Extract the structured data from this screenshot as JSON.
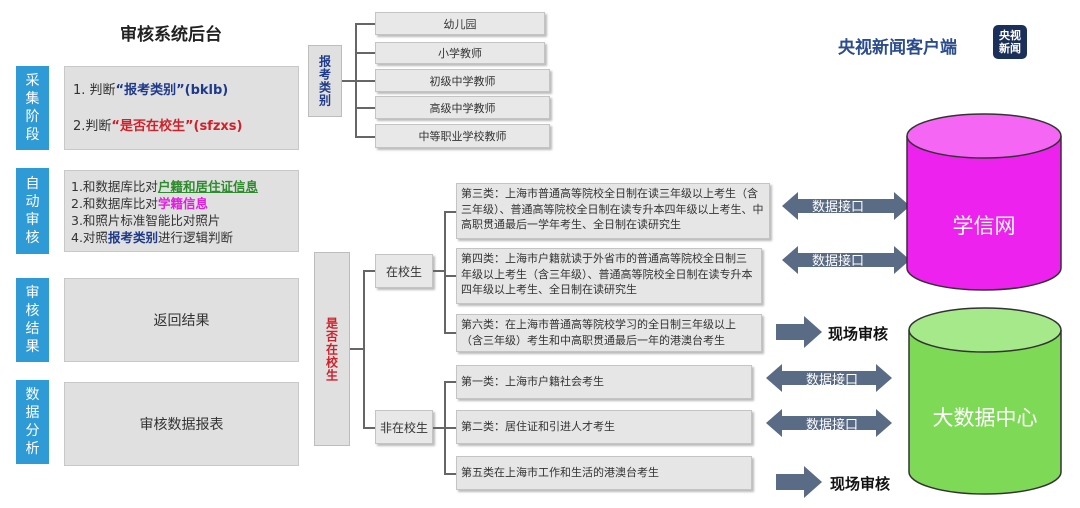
{
  "header": {
    "title": "审核系统后台",
    "brand": "央视新闻客户端",
    "logo_line1": "央视",
    "logo_line2": "新闻"
  },
  "phases": [
    {
      "label": "采集阶段"
    },
    {
      "label": "自动审核"
    },
    {
      "label": "审核结果"
    },
    {
      "label": "数据分析"
    }
  ],
  "collect": {
    "line1_prefix": "1. 判断",
    "line1_emph": "“报考类别”",
    "line1_code": "(bklb)",
    "line2_prefix": "2.判断",
    "line2_emph": "“是否在校生”",
    "line2_code": "(sfzxs)"
  },
  "auto": {
    "l1_prefix": "1.和数据库比对",
    "l1_emph": "户籍和居住证信息",
    "l2_prefix": "2.和数据库比对",
    "l2_emph": "学籍信息",
    "l3": "3.和照片标准智能比对照片",
    "l4_prefix": "4.对照",
    "l4_emph": "报考类别",
    "l4_suffix": "进行逻辑判断"
  },
  "result_box": "返回结果",
  "report_box": "审核数据报表",
  "exam_type": {
    "label": "报考类别",
    "items": [
      "幼儿园",
      "小学教师",
      "初级中学教师",
      "高级中学教师",
      "中等职业学校教师"
    ]
  },
  "student": {
    "label": "是否在校生",
    "in_school": "在校生",
    "not_in_school": "非在校生"
  },
  "categories": {
    "c3": "第三类：上海市普通高等院校全日制在读三年级以上考生（含三年级）、普通高等院校全日制在读专升本四年级以上考生、中高职贯通最后一学年考生、全日制在读研究生",
    "c4": "第四类：上海市户籍就读于外省市的普通高等院校全日制三年级以上考生（含三年级）、普通高等院校全日制在读专升本四年级以上考生、全日制在读研究生",
    "c6": "第六类：在上海市普通高等院校学习的全日制三年级以上（含三年级）考生和中高职贯通最后一年的港澳台考生",
    "c1": "第一类：上海市户籍社会考生",
    "c2": "第二类：居住证和引进人才考生",
    "c5": "第五类在上海市工作和生活的港澳台考生"
  },
  "connectors": {
    "api": "数据接口",
    "onsite": "现场审核"
  },
  "databases": {
    "xuexin": "学信网",
    "bigdata": "大数据中心"
  },
  "colors": {
    "phase_blue": "#2e9bd6",
    "xuexin": "#ee22ee",
    "bigdata": "#7ed957",
    "arrow": "#5a6b86"
  }
}
